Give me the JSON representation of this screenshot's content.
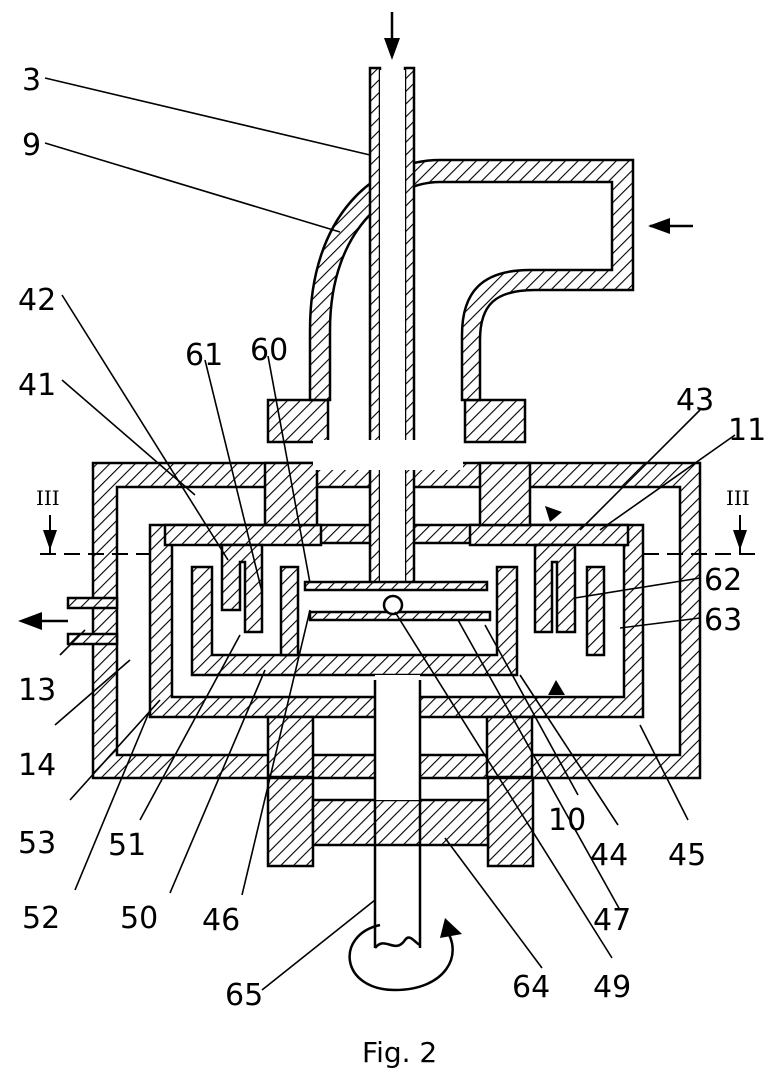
{
  "figure": {
    "caption": "Fig. 2",
    "section_marker": "III",
    "reference_numerals": [
      {
        "id": "n3",
        "text": "3"
      },
      {
        "id": "n9",
        "text": "9"
      },
      {
        "id": "n42",
        "text": "42"
      },
      {
        "id": "n41",
        "text": "41"
      },
      {
        "id": "n61",
        "text": "61"
      },
      {
        "id": "n60",
        "text": "60"
      },
      {
        "id": "n43",
        "text": "43"
      },
      {
        "id": "n11",
        "text": "11"
      },
      {
        "id": "n62",
        "text": "62"
      },
      {
        "id": "n63",
        "text": "63"
      },
      {
        "id": "n13",
        "text": "13"
      },
      {
        "id": "n14",
        "text": "14"
      },
      {
        "id": "n53",
        "text": "53"
      },
      {
        "id": "n51",
        "text": "51"
      },
      {
        "id": "n52",
        "text": "52"
      },
      {
        "id": "n50",
        "text": "50"
      },
      {
        "id": "n46",
        "text": "46"
      },
      {
        "id": "n10",
        "text": "10"
      },
      {
        "id": "n44",
        "text": "44"
      },
      {
        "id": "n45",
        "text": "45"
      },
      {
        "id": "n47",
        "text": "47"
      },
      {
        "id": "n49",
        "text": "49"
      },
      {
        "id": "n64",
        "text": "64"
      },
      {
        "id": "n65",
        "text": "65"
      }
    ]
  }
}
